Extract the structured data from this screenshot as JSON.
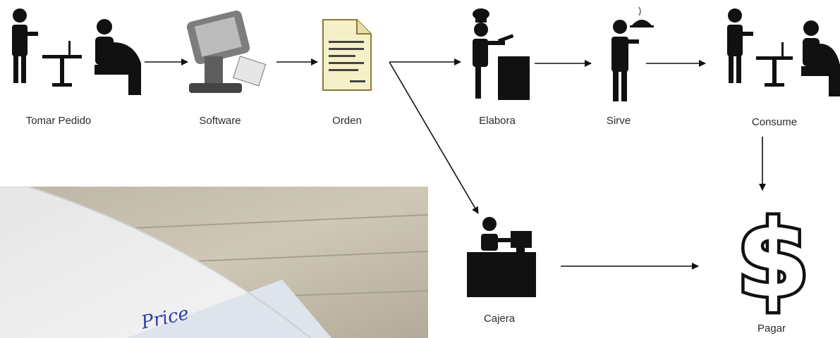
{
  "nodes": [
    {
      "id": "tomar",
      "label": "Tomar Pedido",
      "icon": "waiter-and-diner-icon"
    },
    {
      "id": "software",
      "label": "Software",
      "icon": "pos-terminal-icon"
    },
    {
      "id": "orden",
      "label": "Orden",
      "icon": "document-icon"
    },
    {
      "id": "elabora",
      "label": "Elabora",
      "icon": "chef-icon"
    },
    {
      "id": "sirve",
      "label": "Sirve",
      "icon": "waiter-serving-icon"
    },
    {
      "id": "consume",
      "label": "Consume",
      "icon": "waiter-and-diner-icon"
    },
    {
      "id": "cajera",
      "label": "Cajera",
      "icon": "cashier-icon"
    },
    {
      "id": "pagar",
      "label": "Pagar",
      "icon": "dollar-icon"
    }
  ],
  "edges": [
    {
      "from": "tomar",
      "to": "software"
    },
    {
      "from": "software",
      "to": "orden"
    },
    {
      "from": "orden",
      "to": "elabora"
    },
    {
      "from": "orden",
      "to": "cajera"
    },
    {
      "from": "elabora",
      "to": "sirve"
    },
    {
      "from": "sirve",
      "to": "consume"
    },
    {
      "from": "consume",
      "to": "pagar"
    },
    {
      "from": "cajera",
      "to": "pagar"
    }
  ],
  "photo": {
    "handwriting": "Price"
  },
  "colors": {
    "ink": "#111111",
    "paper": "#f6f0c8",
    "paper_edge": "#8a7a3a"
  }
}
